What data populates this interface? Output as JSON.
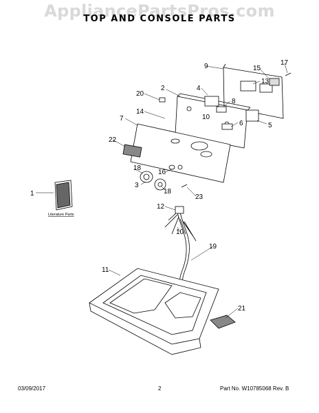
{
  "watermark": "AppliancePartsPros.com",
  "title": "TOP AND CONSOLE PARTS",
  "callouts": [
    "1",
    "2",
    "3",
    "4",
    "5",
    "6",
    "7",
    "8",
    "9",
    "10",
    "10",
    "11",
    "12",
    "13",
    "14",
    "15",
    "16",
    "17",
    "18",
    "18",
    "19",
    "20",
    "21",
    "22",
    "23"
  ],
  "literature_label": "Literature Parts",
  "footer": {
    "date": "03/09/2017",
    "page": "2",
    "part": "Part No.  W10785068   Rev.  B"
  }
}
